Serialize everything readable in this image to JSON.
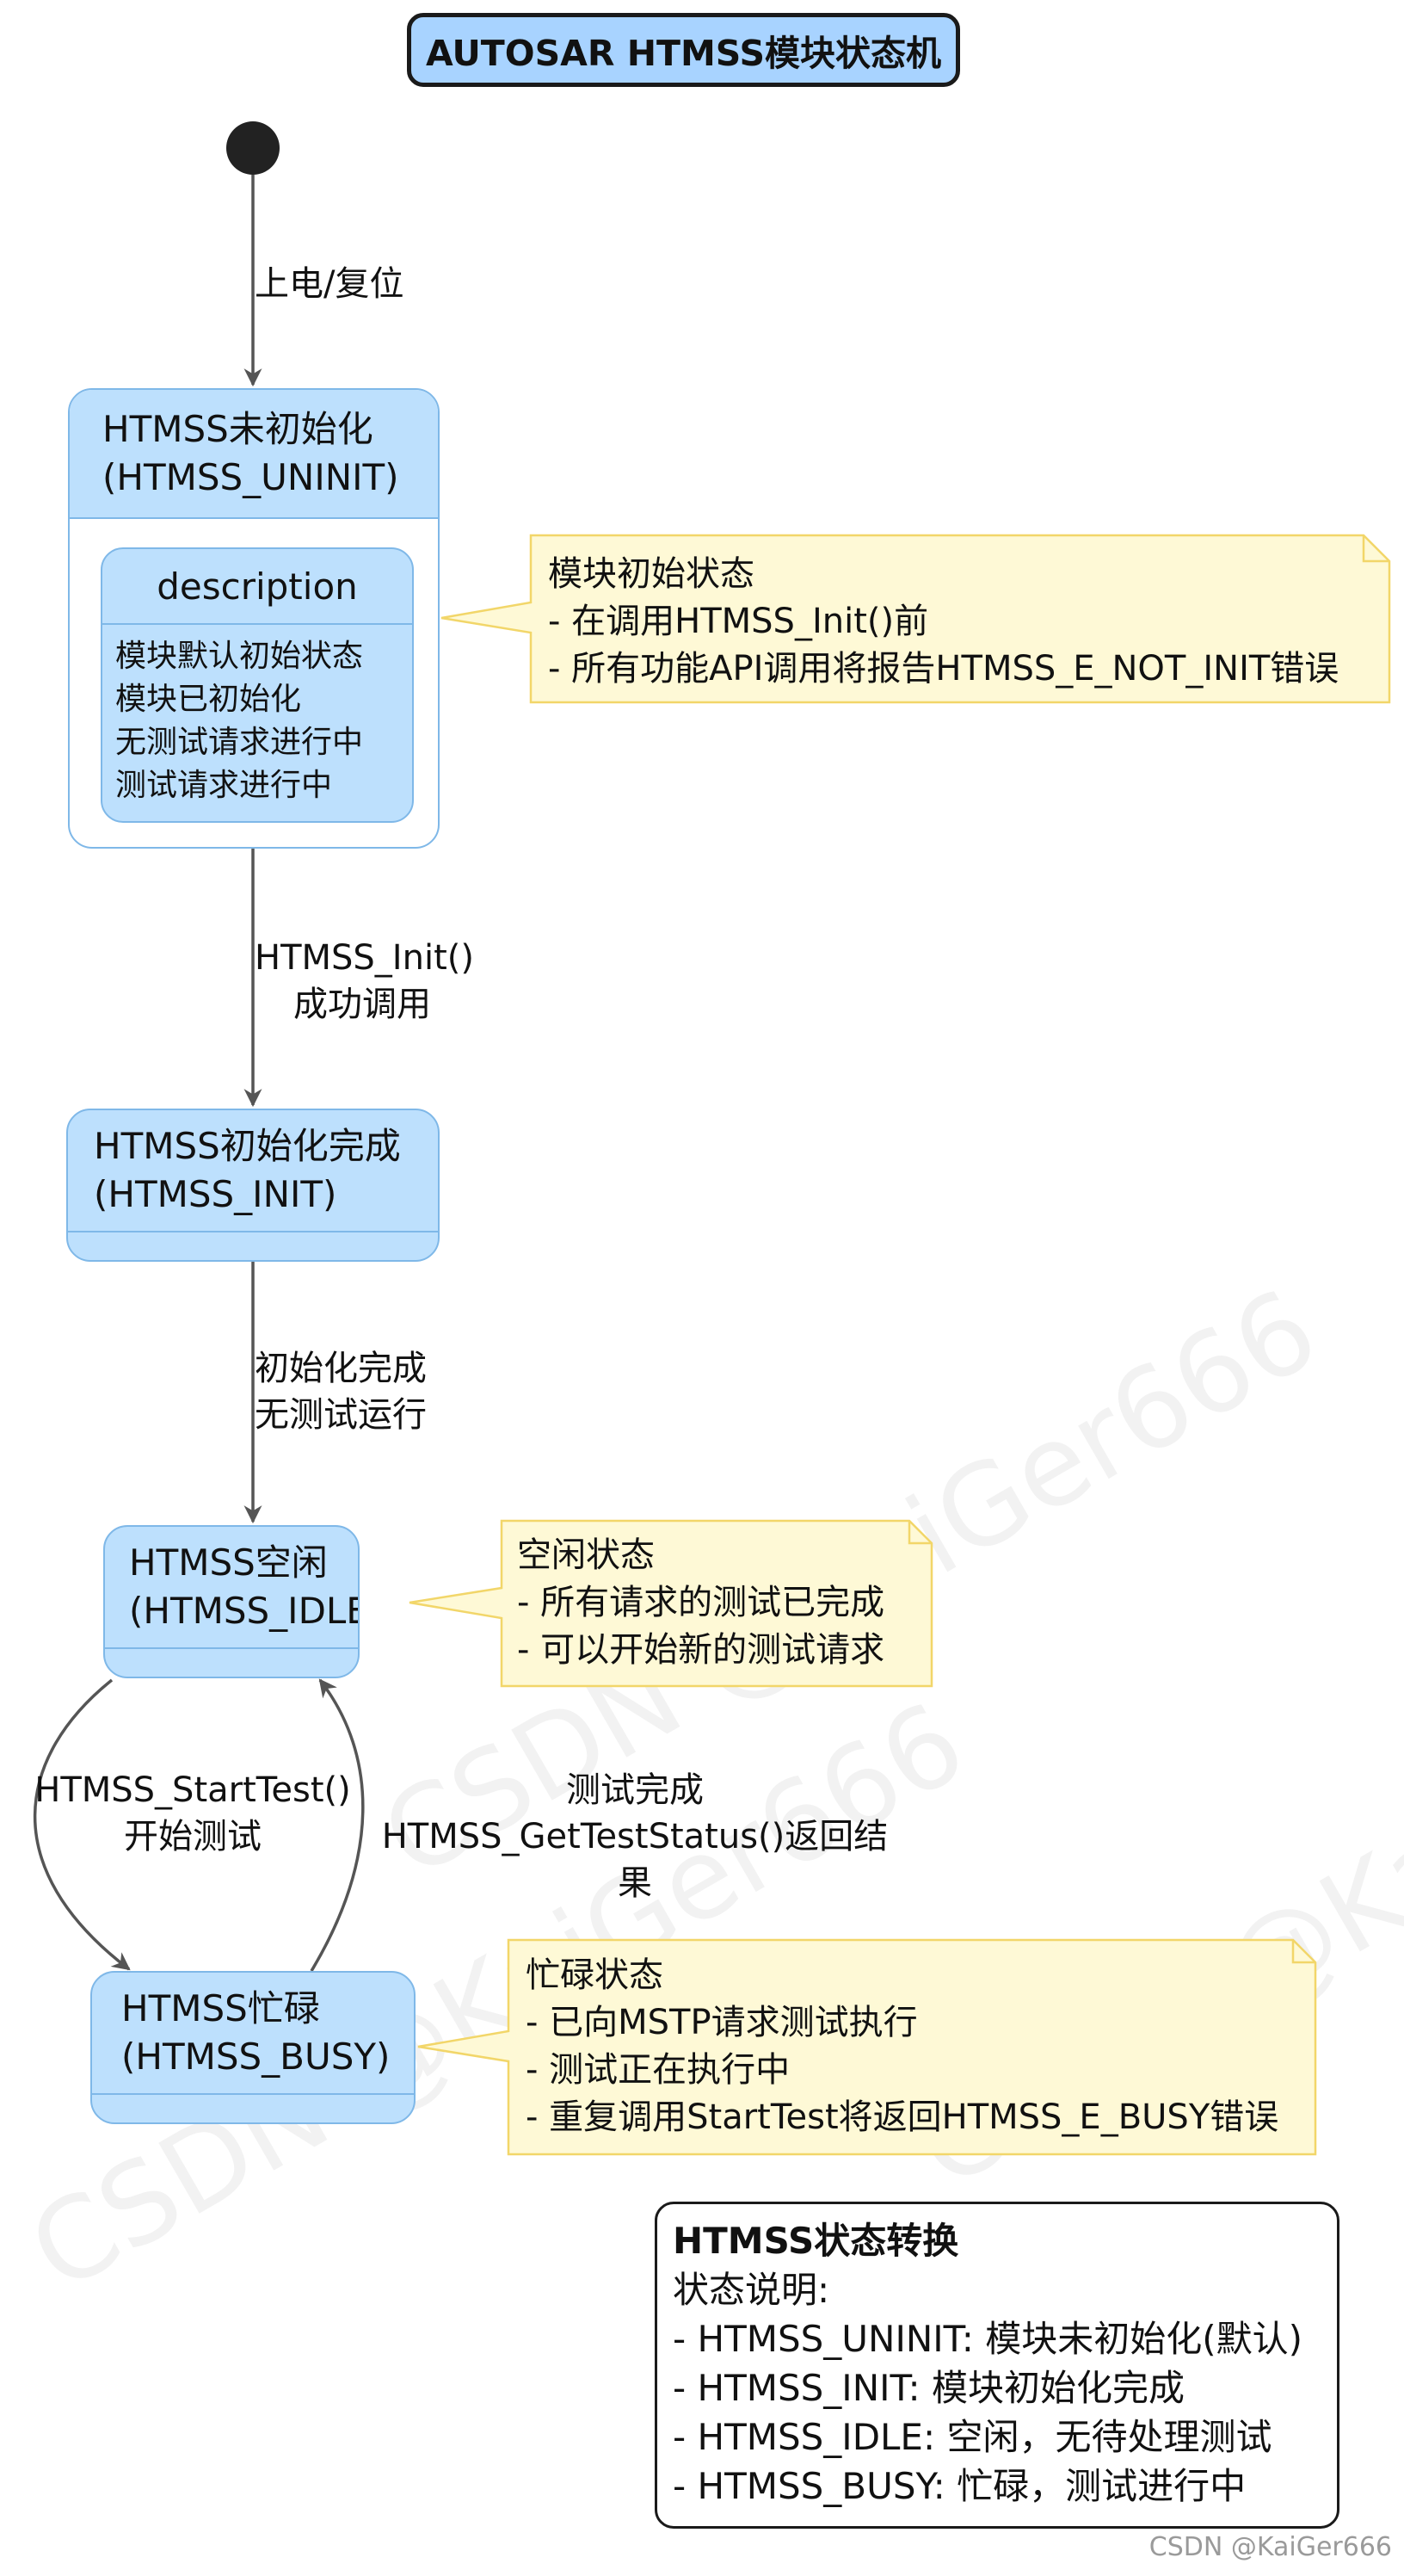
{
  "title": "AUTOSAR HTMSS模块状态机",
  "states": {
    "uninit": {
      "name": "HTMSS未初始化",
      "id": "(HTMSS_UNINIT)"
    },
    "init": {
      "name": "HTMSS初始化完成",
      "id": "(HTMSS_INIT)"
    },
    "idle": {
      "name": "HTMSS空闲",
      "id": "(HTMSS_IDLE)"
    },
    "busy": {
      "name": "HTMSS忙碌",
      "id": "(HTMSS_BUSY)"
    }
  },
  "description": {
    "header": "description",
    "lines": [
      "模块默认初始状态",
      "模块已初始化",
      "无测试请求进行中",
      "测试请求进行中"
    ]
  },
  "transitions": {
    "power_on": [
      "上电/复位"
    ],
    "init_call": [
      "HTMSS_Init()",
      "成功调用"
    ],
    "init_done": [
      "初始化完成",
      "无测试运行"
    ],
    "start_test": [
      "HTMSS_StartTest()",
      "开始测试"
    ],
    "test_done": [
      "测试完成",
      "HTMSS_GetTestStatus()返回结果"
    ]
  },
  "notes": {
    "uninit": [
      "模块初始状态",
      "- 在调用HTMSS_Init()前",
      "- 所有功能API调用将报告HTMSS_E_NOT_INIT错误"
    ],
    "idle": [
      "空闲状态",
      "- 所有请求的测试已完成",
      "- 可以开始新的测试请求"
    ],
    "busy": [
      "忙碌状态",
      "- 已向MSTP请求测试执行",
      "- 测试正在执行中",
      "- 重复调用StartTest将返回HTMSS_E_BUSY错误"
    ]
  },
  "legend": {
    "title": "HTMSS状态转换",
    "subtitle": "状态说明:",
    "items": [
      "- HTMSS_UNINIT: 模块未初始化(默认)",
      "- HTMSS_INIT: 模块初始化完成",
      "- HTMSS_IDLE: 空闲，无待处理测试",
      "- HTMSS_BUSY: 忙碌，测试进行中"
    ]
  },
  "watermark": [
    "CSDN @KaiGer666"
  ],
  "credit": "CSDN @KaiGer666",
  "colors": {
    "state_fill": "#bde0fd",
    "state_border": "#7fb8e8",
    "title_fill": "#a8d3ff",
    "note_fill": "#fef9d6",
    "note_border": "#f2d669",
    "arrow": "#555555"
  }
}
